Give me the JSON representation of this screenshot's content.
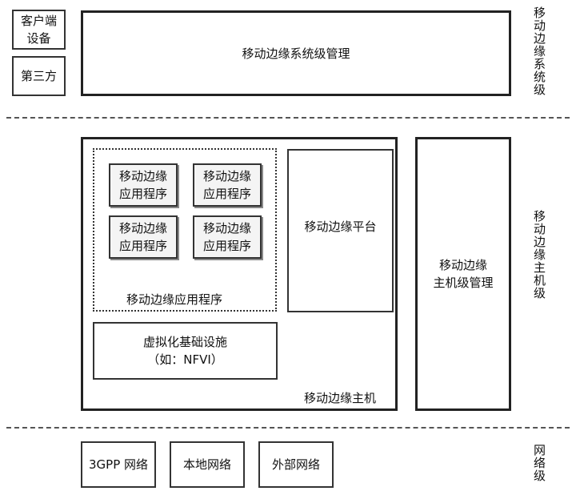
{
  "top": {
    "client_device_line1": "客户端",
    "client_device_line2": "设备",
    "third_party": "第三方",
    "system_mgmt": "移动边缘系统级管理"
  },
  "host": {
    "apps": [
      {
        "line1": "移动边缘",
        "line2": "应用程序"
      },
      {
        "line1": "移动边缘",
        "line2": "应用程序"
      },
      {
        "line1": "移动边缘",
        "line2": "应用程序"
      },
      {
        "line1": "移动边缘",
        "line2": "应用程序"
      }
    ],
    "apps_group_label": "移动边缘应用程序",
    "platform": "移动边缘平台",
    "infra_line1": "虚拟化基础设施",
    "infra_line2": "（如：NFVI）",
    "host_label": "移动边缘主机",
    "host_mgmt_line1": "移动边缘",
    "host_mgmt_line2": "主机级管理"
  },
  "network": {
    "items": [
      "3GPP 网络",
      "本地网络",
      "外部网络"
    ]
  },
  "levels": {
    "system": "移动边缘系统级",
    "host": "移动边缘主机级",
    "network": "网络级"
  }
}
